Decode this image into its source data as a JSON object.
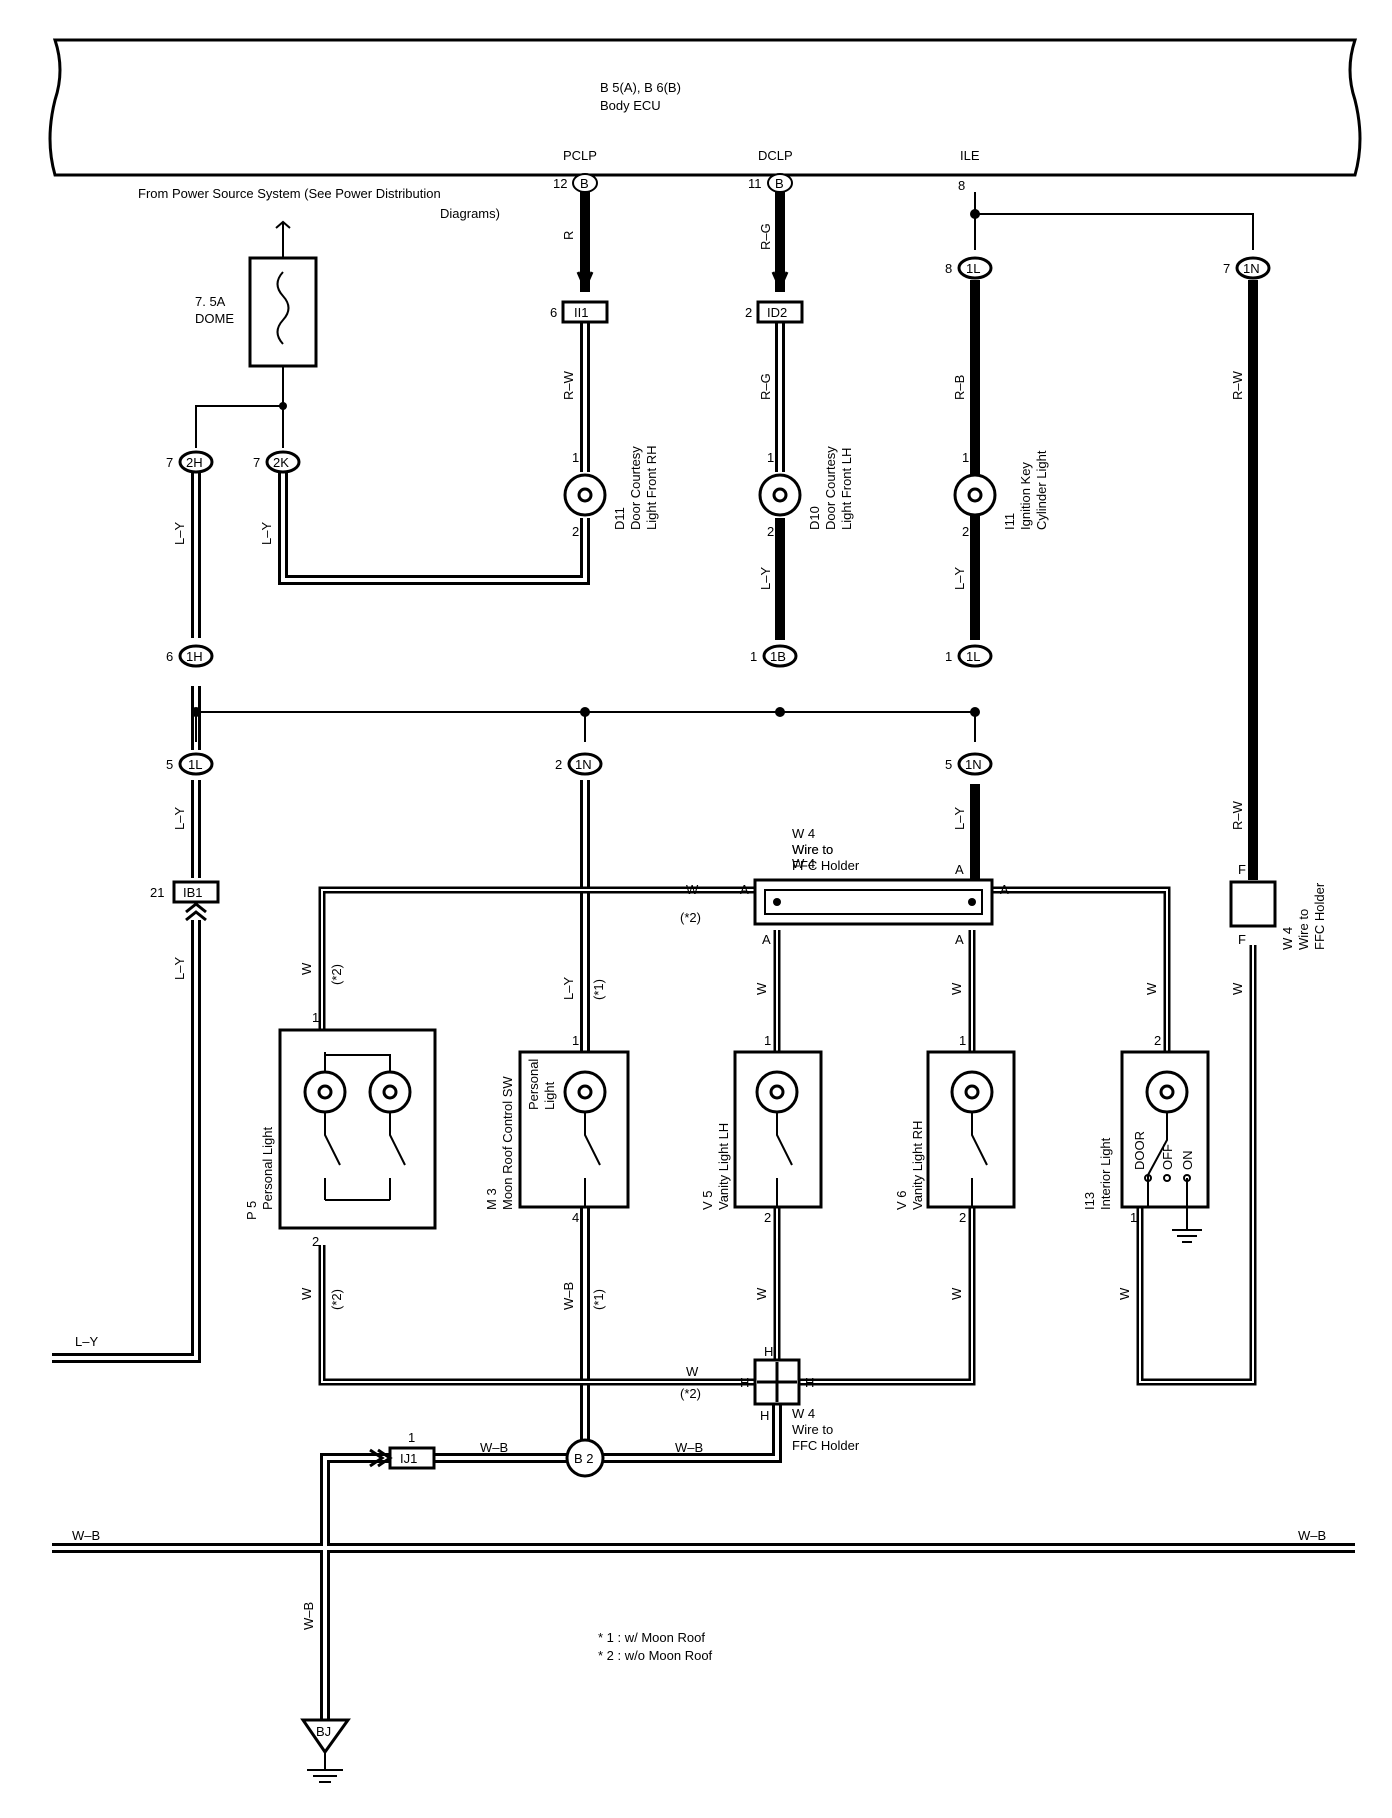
{
  "ecu": {
    "line1": "B 5(A), B 6(B)",
    "line2": "Body ECU"
  },
  "terminals": {
    "pclp": "PCLP",
    "dclp": "DCLP",
    "ile": "ILE"
  },
  "power_source": {
    "line1": "From Power Source System (See Power Distribution",
    "line2": "Diagrams)"
  },
  "fuse": {
    "line1": "7. 5A",
    "line2": "DOME"
  },
  "connectors": {
    "B": "B",
    "1L": "1L",
    "1N": "1N",
    "2H": "2H",
    "2K": "2K",
    "1H": "1H",
    "1B": "1B",
    "II1": "II1",
    "ID2": "ID2",
    "IB1": "IB1",
    "IJ1": "IJ1",
    "B2": "B 2",
    "BJ": "BJ"
  },
  "pins": {
    "p1": "1",
    "p2": "2",
    "p4": "4",
    "p5": "5",
    "p6": "6",
    "p7": "7",
    "p8": "8",
    "p11": "11",
    "p12": "12",
    "p21": "21",
    "A": "A",
    "F": "F",
    "H": "H"
  },
  "wires": {
    "R": "R",
    "RW": "R–W",
    "RG": "R–G",
    "RB": "R–B",
    "LY": "L–Y",
    "W": "W",
    "WB": "W–B"
  },
  "marks": {
    "n1": "(*1)",
    "n2": "(*2)"
  },
  "components": {
    "d11": {
      "l1": "D11",
      "l2": "Door Courtesy",
      "l3": "Light Front RH"
    },
    "d10": {
      "l1": "D10",
      "l2": "Door Courtesy",
      "l3": "Light Front LH"
    },
    "i11": {
      "l1": "I11",
      "l2": "Ignition Key",
      "l3": "Cylinder Light"
    },
    "p5": {
      "l1": "P 5",
      "l2": "Personal Light"
    },
    "m3": {
      "l1": "M 3",
      "l2": "Moon Roof Control SW",
      "l3": "Personal",
      "l4": "Light"
    },
    "v5": {
      "l1": "V 5",
      "l2": "Vanity Light LH"
    },
    "v6": {
      "l1": "V 6",
      "l2": "Vanity Light RH"
    },
    "i13": {
      "l1": "I13",
      "l2": "Interior Light",
      "door": "DOOR",
      "off": "OFF",
      "on": "ON"
    }
  },
  "w4": {
    "l1": "W 4",
    "l2": "Wire to",
    "l3": "FFC Holder"
  },
  "footnotes": {
    "f1": "* 1 : w/ Moon Roof",
    "f2": "* 2 : w/o Moon Roof"
  }
}
